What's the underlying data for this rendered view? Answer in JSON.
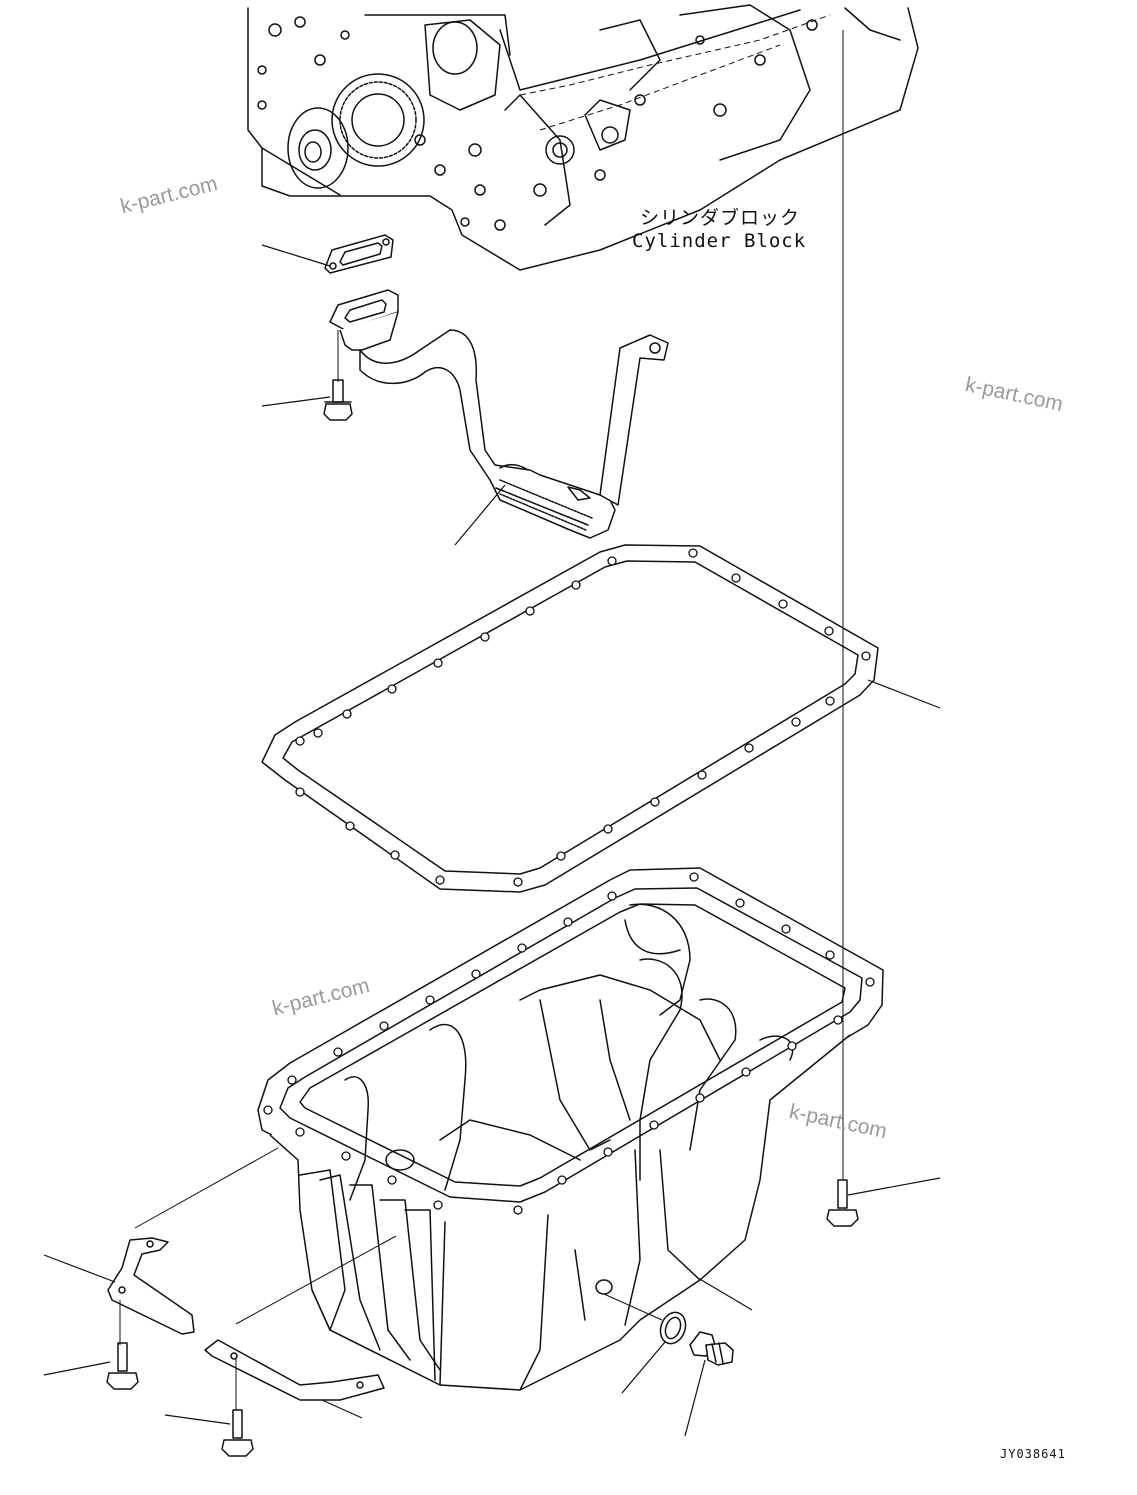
{
  "labels": {
    "cylinder_block_jp": "シリンダブロック",
    "cylinder_block_en": "Cylinder Block",
    "drawing_code": "JY038641"
  },
  "watermarks": [
    "k-part.com",
    "k-part.com",
    "k-part.com",
    "k-part.com"
  ],
  "colors": {
    "line": "#111111",
    "background": "#ffffff",
    "watermark": "#9a9a9a"
  }
}
